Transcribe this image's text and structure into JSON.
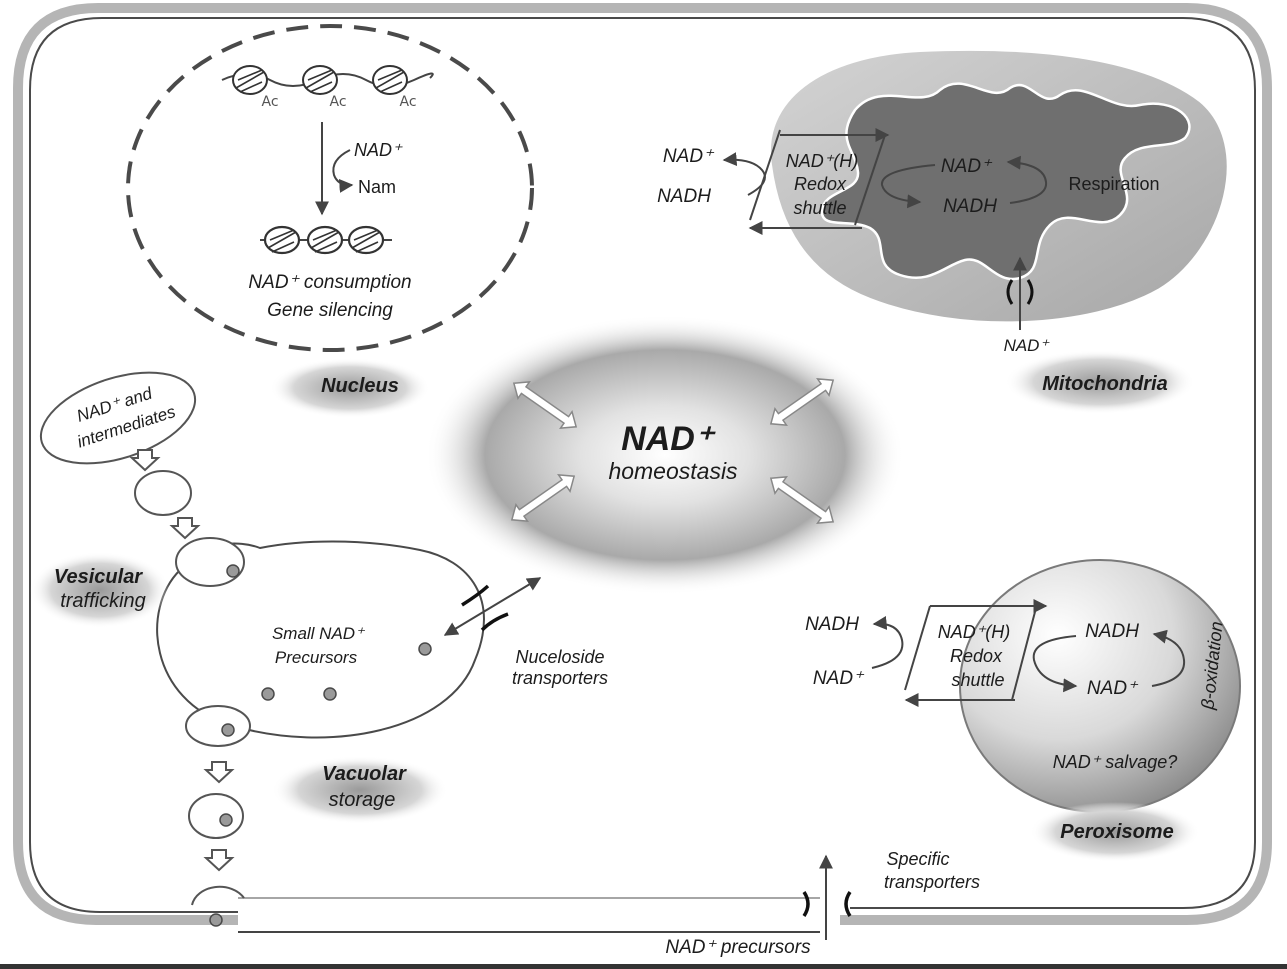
{
  "colors": {
    "background": "#ffffff",
    "cell_outline": "#4a4a4a",
    "organelle_fill": "#b8b8b8",
    "crista_fill": "#6f6f6f",
    "text": "#1c1c1c",
    "muted_text": "#6e6e6e"
  },
  "nucleus": {
    "label": "Nucleus",
    "acetyl_marks": [
      "Ac",
      "Ac",
      "Ac"
    ],
    "cofactor": "NAD⁺",
    "product": "Nam",
    "caption_line1": "NAD⁺ consumption",
    "caption_line2": "Gene silencing"
  },
  "mitochondria": {
    "label": "Mitochondria",
    "outer_nad": "NAD⁺",
    "outer_nadh": "NADH",
    "shuttle_line1": "NAD⁺(H)",
    "shuttle_line2": "Redox",
    "shuttle_line3": "shuttle",
    "inner_nad": "NAD⁺",
    "inner_nadh": "NADH",
    "process": "Respiration",
    "import_label": "NAD⁺"
  },
  "center": {
    "title": "NAD⁺",
    "subtitle": "homeostasis"
  },
  "vacuole": {
    "intake_line1": "NAD⁺ and",
    "intake_line2": "intermediates",
    "trafficking_line1": "Vesicular",
    "trafficking_line2": "trafficking",
    "content_line1": "Small NAD⁺",
    "content_line2": "Precursors",
    "transporter_line1": "Nuceloside",
    "transporter_line2": "transporters",
    "storage_line1": "Vacuolar",
    "storage_line2": "storage"
  },
  "peroxisome": {
    "label": "Peroxisome",
    "outer_nadh": "NADH",
    "outer_nad": "NAD⁺",
    "shuttle_line1": "NAD⁺(H)",
    "shuttle_line2": "Redox",
    "shuttle_line3": "shuttle",
    "inner_nadh": "NADH",
    "inner_nad": "NAD⁺",
    "process": "β-oxidation",
    "salvage": "NAD⁺ salvage?"
  },
  "membrane": {
    "transporters_line1": "Specific",
    "transporters_line2": "transporters",
    "precursors": "NAD⁺ precursors"
  }
}
